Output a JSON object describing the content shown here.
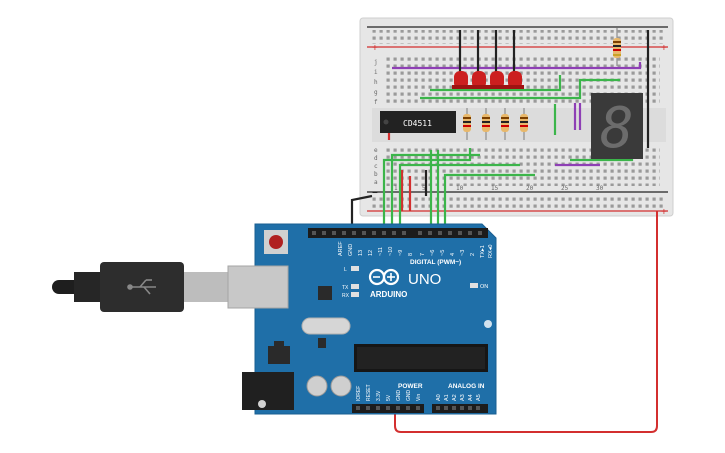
{
  "breadboard": {
    "rails_plus": "+",
    "rails_minus": "−",
    "row_letters_top": [
      "j",
      "i",
      "h",
      "g",
      "f"
    ],
    "row_letters_bottom": [
      "e",
      "d",
      "c",
      "b",
      "a"
    ],
    "column_numbers": [
      "1",
      "5",
      "10",
      "15",
      "20",
      "25",
      "30"
    ]
  },
  "chip": {
    "label": "CD4511"
  },
  "seven_segment": {
    "digit": "8"
  },
  "leds": {
    "count": 4,
    "color": "#cc1f1f"
  },
  "resistors": {
    "count": 5
  },
  "arduino": {
    "brand": "ARDUINO",
    "model": "UNO",
    "digital_header_label": "DIGITAL (PWM~)",
    "power_label": "POWER",
    "analog_label": "ANALOG IN",
    "on_label": "ON",
    "led_labels": [
      "L",
      "TX",
      "RX"
    ],
    "top_pins": [
      "AREF",
      "GND",
      "13",
      "12",
      "~11",
      "~10",
      "~9",
      "8",
      "7",
      "~6",
      "~5",
      "4",
      "~3",
      "2",
      "TX▸1",
      "RX◂0"
    ],
    "power_pins": [
      "IOREF",
      "RESET",
      "3.3V",
      "5V",
      "GND",
      "GND",
      "Vin"
    ],
    "analog_pins": [
      "A0",
      "A1",
      "A2",
      "A3",
      "A4",
      "A5"
    ]
  },
  "colors": {
    "board_blue": "#1f6fa8",
    "wire_green": "#3bb54a",
    "wire_purple": "#8e3fb5",
    "wire_red": "#d32f2f",
    "wire_black": "#222222"
  }
}
